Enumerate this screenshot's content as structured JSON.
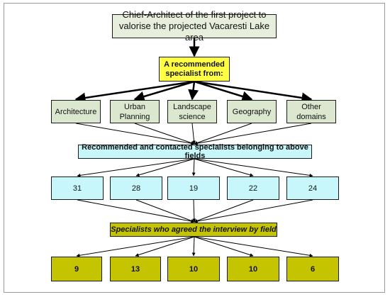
{
  "top_box": "Chief-Architect of the first project to valorise the projected Vacaresti Lake area",
  "recommended_box": "A recommended specialist from:",
  "fields": [
    "Architecture",
    "Urban Planning",
    "Landscape science",
    "Geography",
    "Other domains"
  ],
  "contacted_box": "Recommended and contacted specialists belonging to above fields",
  "contacted_counts": [
    "31",
    "28",
    "19",
    "22",
    "24"
  ],
  "agreed_box": "Specialists who agreed the interview by field",
  "agreed_counts": [
    "9",
    "13",
    "10",
    "10",
    "6"
  ],
  "colors": {
    "top": "#e7efdc",
    "recommended": "#ffff44",
    "fields": "#dbe8cf",
    "contacted": "#c7f7fb",
    "agreed": "#c4c400"
  }
}
